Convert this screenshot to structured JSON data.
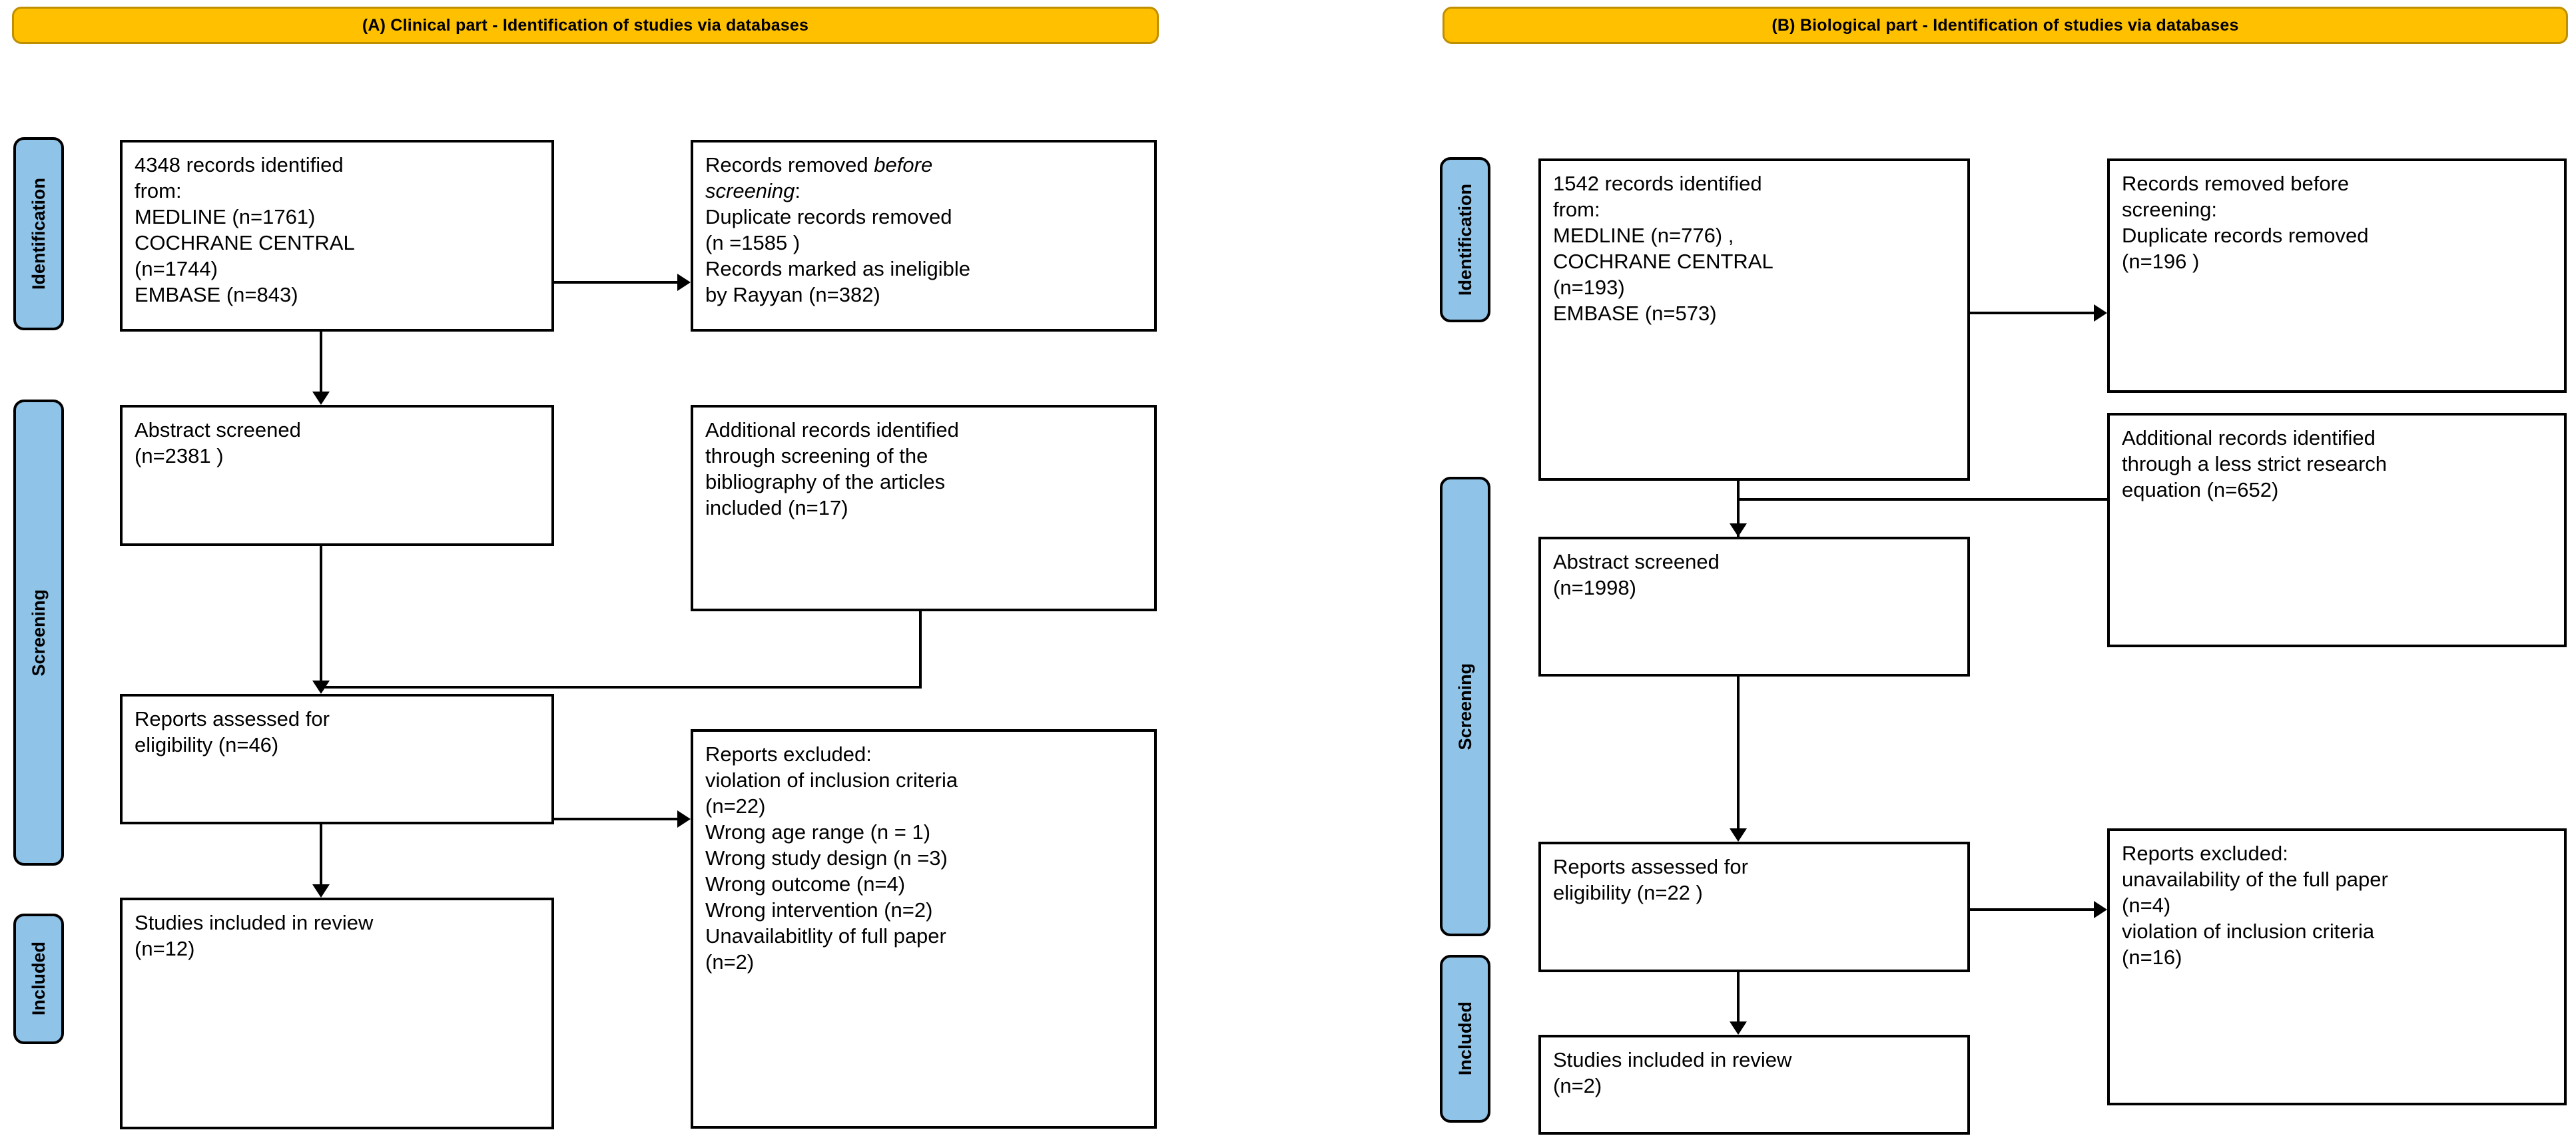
{
  "figure": {
    "type": "prisma-flow-diagram",
    "panels": [
      {
        "id": "A",
        "banner": "(A) Clinical part - Identification of studies via databases",
        "stages": [
          {
            "label": "Identification"
          },
          {
            "label": "Screening"
          },
          {
            "label": "Included"
          }
        ],
        "boxes": {
          "identified": "4348 records identified\nfrom:\nMEDLINE (n=1761)\nCOCHRANE CENTRAL\n(n=1744)\nEMBASE (n=843)",
          "removed_line1_a": "Records removed ",
          "removed_line1_b": "before",
          "removed_line2_b": "screening",
          "removed_line2_a": ":",
          "removed_rest": "Duplicate records removed\n(n =1585 )\nRecords marked as ineligible\nby Rayyan (n=382)",
          "abstract_screened": "Abstract screened\n(n=2381 )",
          "additional_records": "Additional records identified\nthrough screening of the\nbibliography of the articles\nincluded (n=17)",
          "reports_assessed": "Reports assessed for\neligibility (n=46)",
          "reports_excluded": "Reports excluded:\nviolation of inclusion criteria\n(n=22)\nWrong age range (n = 1)\nWrong study design (n =3)\nWrong outcome (n=4)\nWrong intervention (n=2)\nUnavailabitlity of full paper\n(n=2)",
          "studies_included": "Studies included in review\n(n=12)"
        }
      },
      {
        "id": "B",
        "banner": "(B) Biological part - Identification of studies via databases",
        "stages": [
          {
            "label": "Identification"
          },
          {
            "label": "Screening"
          },
          {
            "label": "Included"
          }
        ],
        "boxes": {
          "identified": "1542 records identified\nfrom:\nMEDLINE (n=776)  ,\nCOCHRANE CENTRAL\n(n=193)\nEMBASE (n=573)",
          "removed": "Records removed before\nscreening:\nDuplicate records removed\n(n=196 )",
          "additional_records": "Additional records identified\nthrough a less strict research\nequation (n=652)",
          "abstract_screened": "Abstract screened\n(n=1998)",
          "reports_assessed": "Reports assessed for\neligibility (n=22 )",
          "reports_excluded": "Reports excluded:\nunavailability of the full paper\n(n=4)\nviolation of inclusion criteria\n(n=16)",
          "studies_included": "Studies included in review\n(n=2)"
        }
      }
    ]
  },
  "colors": {
    "banner_fill": "#FFC000",
    "banner_border": "#BF8F00",
    "stage_pill_fill": "#8FC3E8",
    "box_border": "#000000",
    "box_fill": "#FFFFFF"
  }
}
